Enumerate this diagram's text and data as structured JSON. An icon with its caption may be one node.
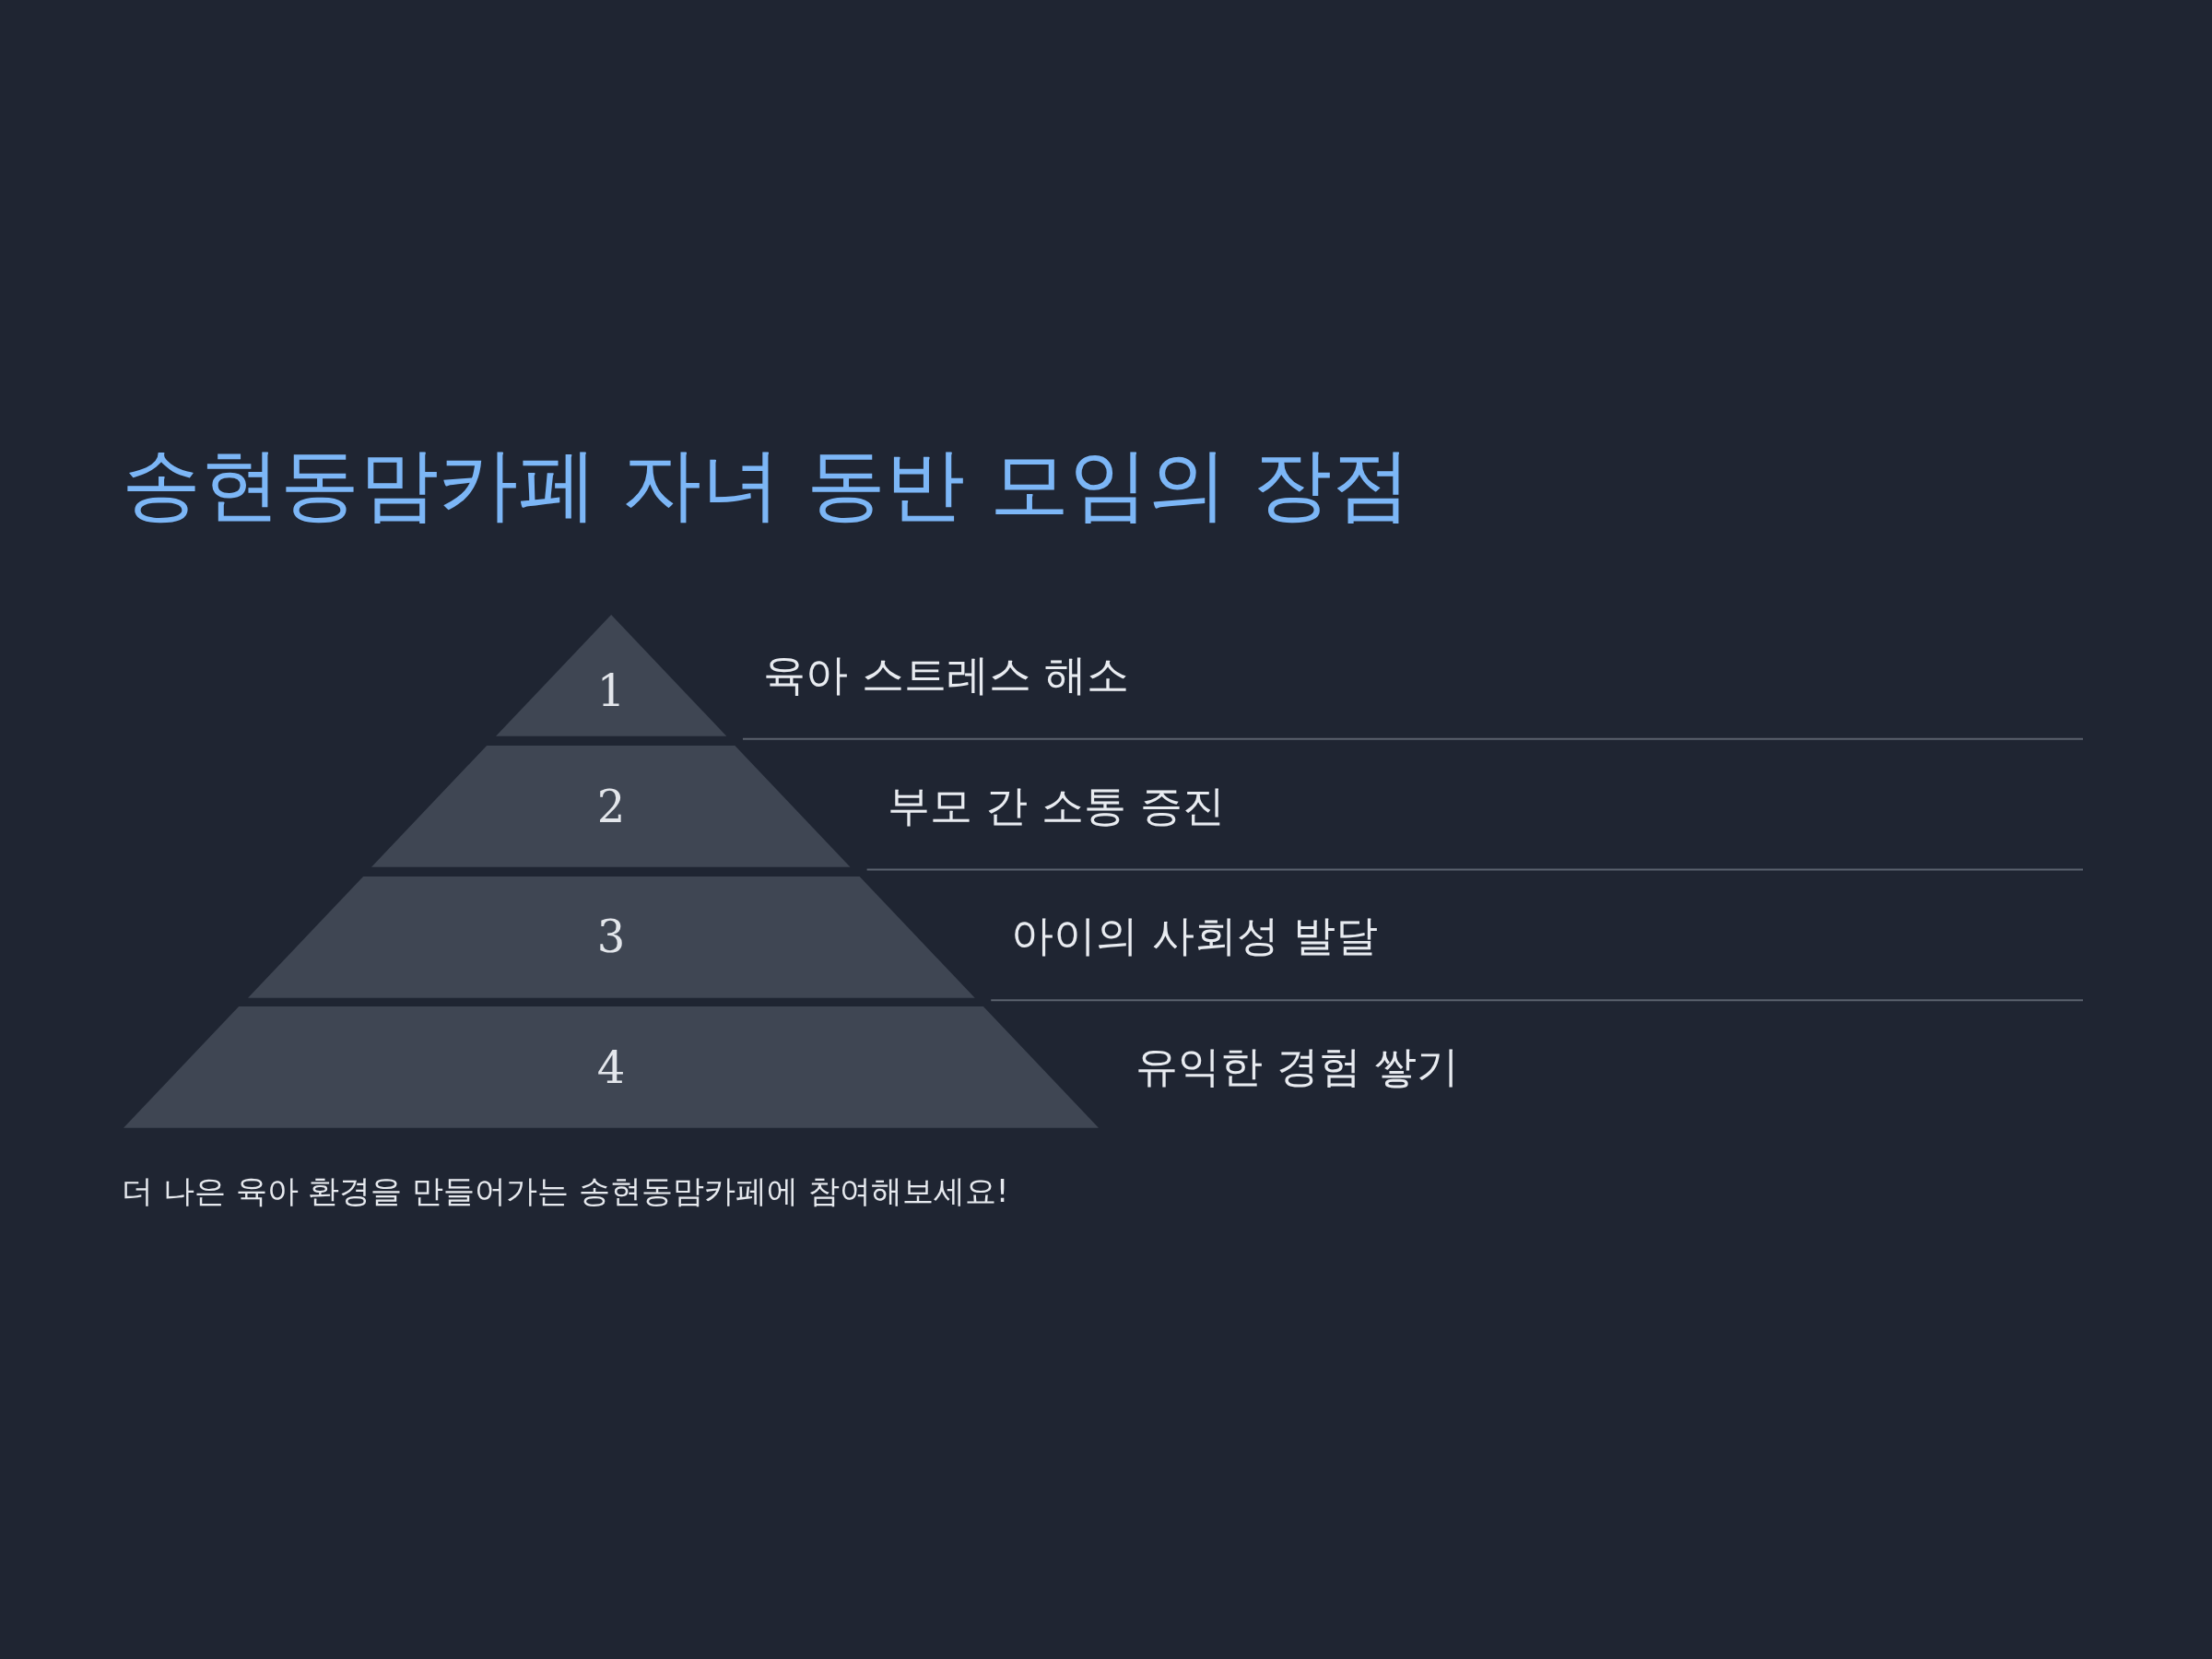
{
  "diagram": {
    "title": "송현동맘카페 자녀 동반 모임의 장점",
    "nodes": [
      {
        "text": [
          "1"
        ],
        "beside": [
          "육아 스트레스 해소"
        ]
      },
      {
        "text": [
          "2"
        ],
        "beside": [
          "부모 간 소통 증진"
        ]
      },
      {
        "text": [
          "3"
        ],
        "beside": [
          "아이의 사회성 발달"
        ]
      },
      {
        "text": [
          "4"
        ],
        "beside": [
          "유익한 경험 쌓기"
        ]
      }
    ],
    "caption": "더 나은 육아 환경을 만들어가는 송현동맘카페에 참여해보세요!"
  }
}
